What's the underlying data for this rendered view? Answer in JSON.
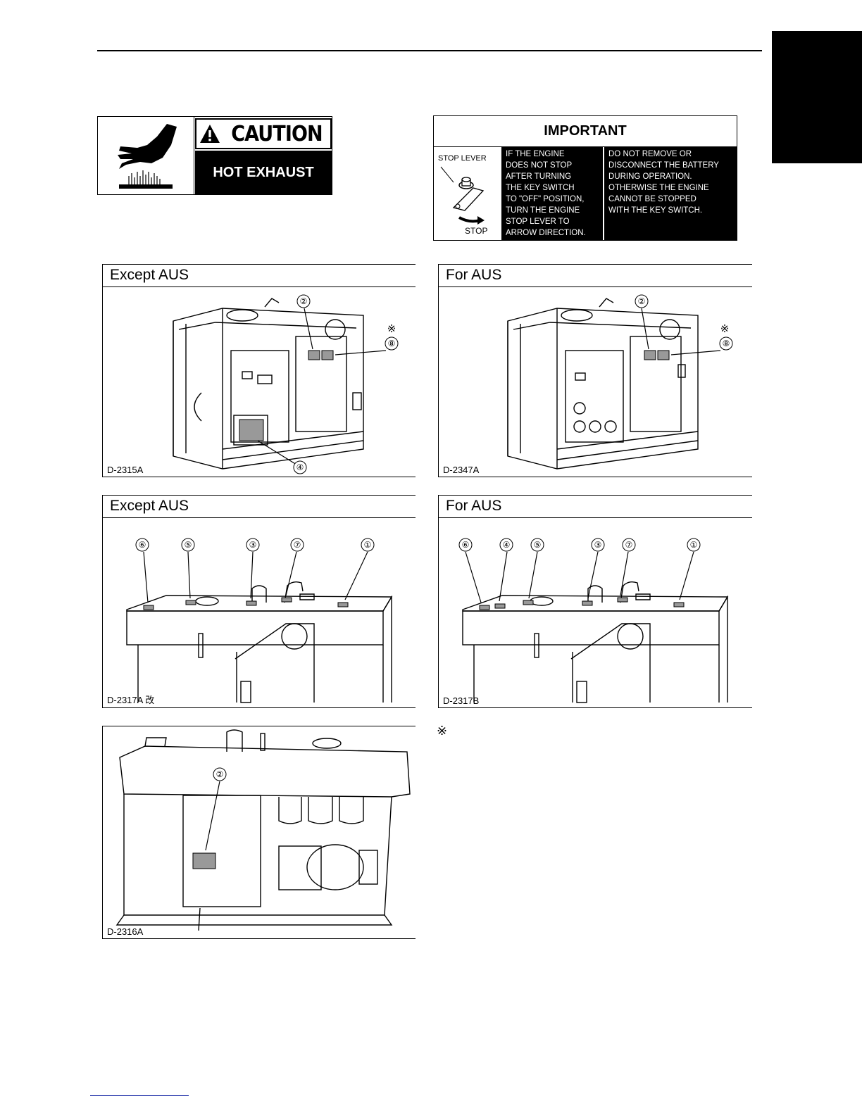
{
  "caution_label": {
    "heading": "CAUTION",
    "body": "HOT EXHAUST"
  },
  "important_label": {
    "heading": "IMPORTANT",
    "stop_lever_label": "STOP LEVER",
    "stop_label": "STOP",
    "col1": "IF THE ENGINE\nDOES NOT STOP\nAFTER TURNING\nTHE KEY SWITCH\nTO \"OFF\" POSITION,\nTURN THE ENGINE\nSTOP LEVER TO\nARROW DIRECTION.",
    "col2": "DO NOT REMOVE OR\nDISCONNECT THE BATTERY\nDURING OPERATION.\nOTHERWISE THE ENGINE\nCANNOT BE STOPPED\nWITH THE KEY SWITCH."
  },
  "figures": [
    {
      "title": "Except AUS",
      "code": "D-2315A",
      "callouts": [
        "②",
        "※",
        "⑧",
        "④"
      ]
    },
    {
      "title": "For AUS",
      "code": "D-2347A",
      "callouts": [
        "②",
        "※",
        "⑧"
      ]
    },
    {
      "title": "Except AUS",
      "code": "D-2317A 改",
      "callouts": [
        "⑥",
        "⑤",
        "③",
        "⑦",
        "①"
      ]
    },
    {
      "title": "For AUS",
      "code": "D-2317B",
      "callouts": [
        "⑥",
        "④",
        "⑤",
        "③",
        "⑦",
        "①"
      ]
    },
    {
      "title": "",
      "code": "D-2316A",
      "callouts": [
        "②"
      ]
    }
  ],
  "footnote_mark": "※"
}
